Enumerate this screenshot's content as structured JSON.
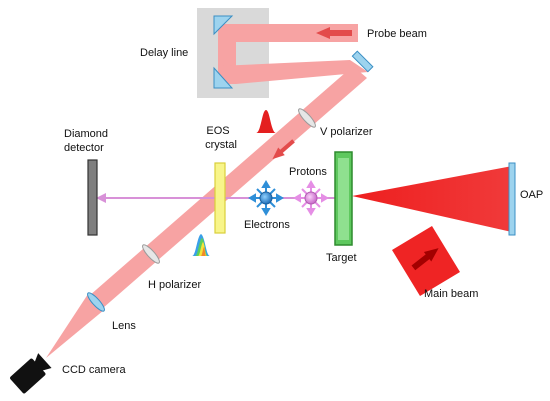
{
  "labels": {
    "probe_beam": "Probe beam",
    "delay_line": "Delay line",
    "v_polarizer": "V polarizer",
    "eos_line1": "EOS",
    "eos_line2": "crystal",
    "diamond_line1": "Diamond",
    "diamond_line2": "detector",
    "protons": "Protons",
    "electrons": "Electrons",
    "target": "Target",
    "oap": "OAP",
    "h_polarizer": "H polarizer",
    "main_beam": "Main beam",
    "lens": "Lens",
    "ccd_camera": "CCD camera"
  },
  "colors": {
    "probe_beam": "#f7a3a3",
    "probe_arrow": "#e34b4b",
    "main_beam": "#ef2424",
    "delay_box": "#d9d9d9",
    "mirror": "#9dd3ee",
    "mirror_edge": "#3a8fc4",
    "eos_crystal": "#f8f58a",
    "target": "#5ec85e",
    "target_edge": "#2e8b2e",
    "detector": "#7f7f7f",
    "particle_line": "#d891d8",
    "electron": "#2f8fd8",
    "proton": "#e58ee5",
    "camera": "#111111"
  }
}
